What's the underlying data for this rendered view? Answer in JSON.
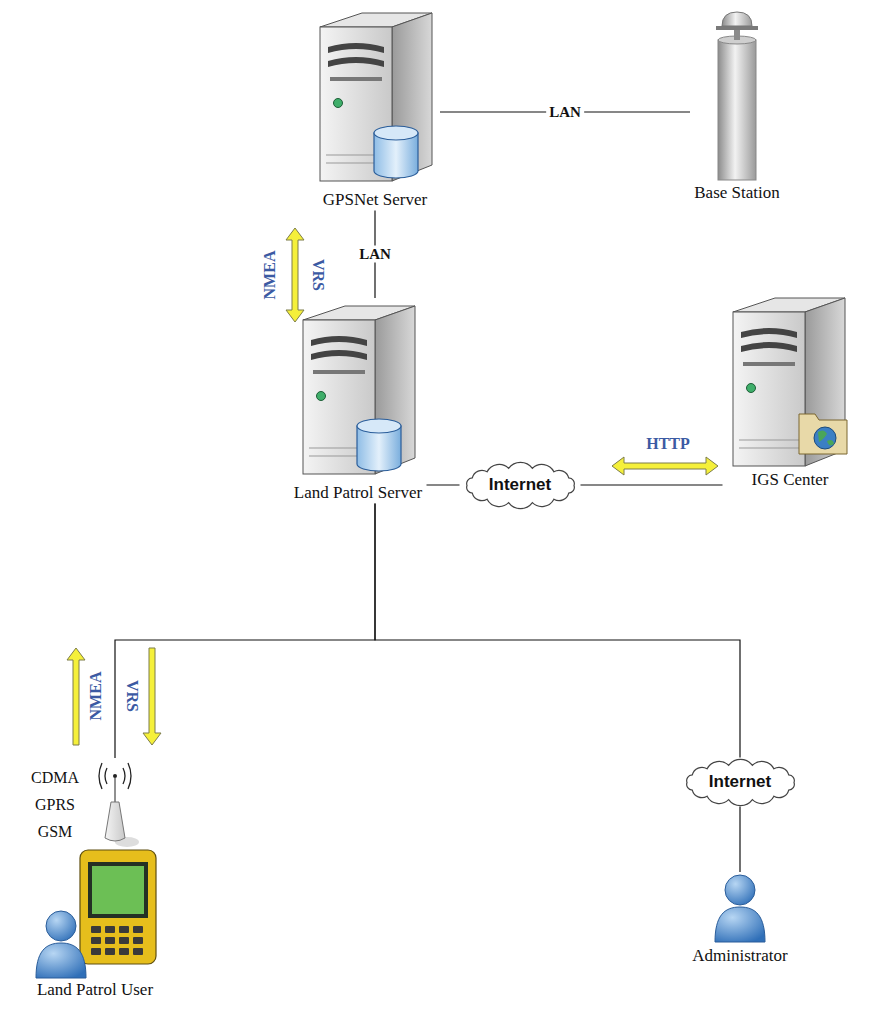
{
  "diagram": {
    "nodes": [
      {
        "text": [
          "GPSNet Server"
        ]
      },
      {
        "text": [
          "Base Station"
        ]
      },
      {
        "text": [
          "Land Patrol Server"
        ]
      },
      {
        "text": [
          "Internet"
        ]
      },
      {
        "text": [
          "IGS Center"
        ]
      },
      {
        "text": [
          "Internet"
        ]
      },
      {
        "text": [
          "Land Patrol User"
        ]
      },
      {
        "text": [
          "Administrator"
        ]
      }
    ],
    "edges": [
      {
        "from": 0,
        "to": 1,
        "label": "LAN",
        "arrow": "none"
      },
      {
        "from": 0,
        "to": 2,
        "label": "LAN",
        "arrow": "none"
      },
      {
        "from": 2,
        "to": 3,
        "arrow": "none"
      },
      {
        "from": 3,
        "to": 4,
        "arrow": "none"
      },
      {
        "from": 2,
        "to": 6,
        "arrow": "none"
      },
      {
        "from": 2,
        "to": 5,
        "arrow": "none"
      },
      {
        "from": 5,
        "to": 7,
        "arrow": "none"
      }
    ],
    "labels": [
      "NMEA",
      "VRS",
      "HTTP",
      "NMEA",
      "VRS",
      "CDMA",
      "GPRS",
      "GSM"
    ]
  }
}
